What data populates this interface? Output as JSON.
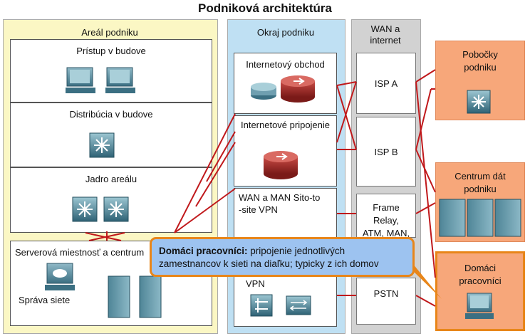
{
  "title": "Podniková architektúra",
  "zones": {
    "campus": "Areál podniku",
    "edge": "Okraj podniku",
    "wan": "WAN a\ninternet"
  },
  "campus_modules": {
    "access": "Prístup v budove",
    "distribution": "Distribúcia v budove",
    "core": "Jadro areálu",
    "server_farm": "Serverová miestnosť a centrum",
    "mgmt": "Správa siete"
  },
  "edge_modules": {
    "ecommerce": "Internetový obchod",
    "internet": "Internetové pripojenie",
    "wan_man": "WAN a MAN Sito-to\n-site VPN",
    "vpn": "VPN"
  },
  "wan_modules": {
    "isp_a": "ISP A",
    "isp_b": "ISP B",
    "frame": "Frame\nRelay,\nATM, MAN,",
    "pstn": "PSTN"
  },
  "remote_sites": {
    "branch": "Pobočky\npodniku",
    "datacenter": "Centrum dát\npodniku",
    "teleworker": "Domáci\npracovníci"
  },
  "callout": {
    "term": "Domáci pracovníci:",
    "text": " pripojenie jednotlivých zamestnancov k sieti na diaľku; typicky z ich domov"
  },
  "colors": {
    "campus_bg": "#fbf7c4",
    "edge_bg": "#bfe0f3",
    "wan_bg": "#d2d2d2",
    "remote_bg": "#f7a77a",
    "link": "#c0181b",
    "callout_bg": "#9dc3f0",
    "callout_border": "#e8861a"
  }
}
